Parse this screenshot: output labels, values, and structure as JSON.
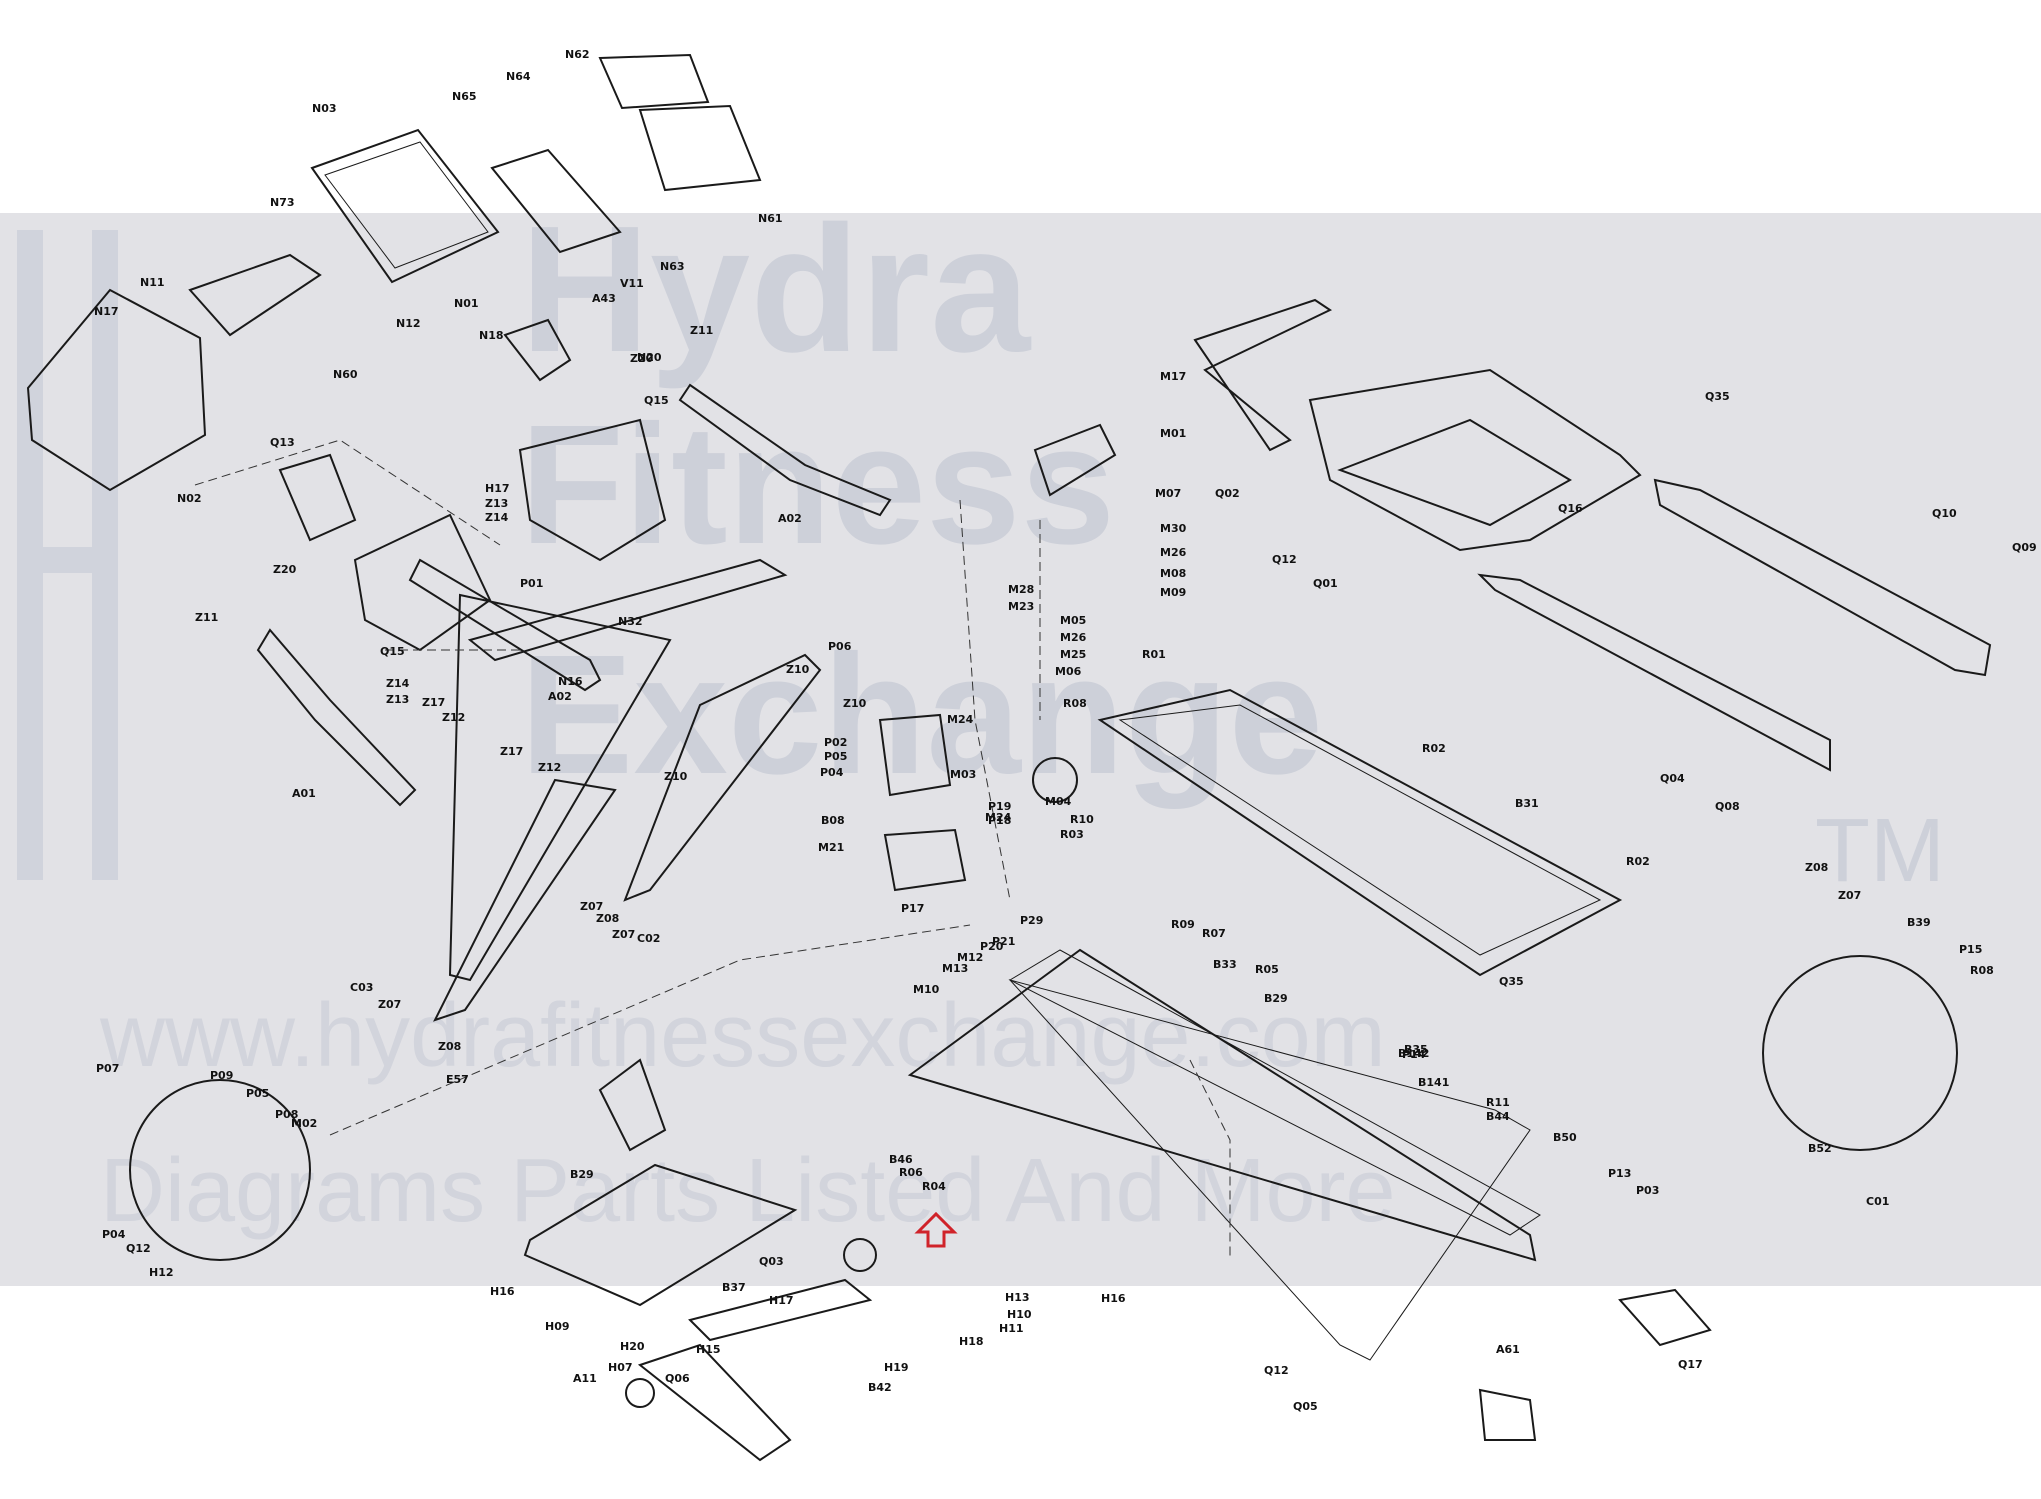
{
  "watermark": {
    "line1": "Hydra",
    "line2": "Fitness",
    "line3": "Exchange",
    "tm": "TM",
    "url": "www.hydrafitnessexchange.com",
    "tagline": "Diagrams Parts Listed And More"
  },
  "labels": [
    "N62",
    "N64",
    "N65",
    "N03",
    "N61",
    "N73",
    "N63",
    "N11",
    "N01",
    "A43",
    "V11",
    "N17",
    "N12",
    "N18",
    "N60",
    "N02",
    "N20",
    "Z11",
    "Z20",
    "M17",
    "Q02",
    "Q35",
    "Q16",
    "Q15",
    "M01",
    "H17",
    "Z13",
    "Z14",
    "Q13",
    "A02",
    "M07",
    "M30",
    "M28",
    "M26",
    "M08",
    "M09",
    "Q12",
    "Q01",
    "Q10",
    "Q09",
    "Z20",
    "P01",
    "M23",
    "M05",
    "M26",
    "M25",
    "M06",
    "Z11",
    "N32",
    "Q15",
    "N16",
    "P06",
    "Z14",
    "Z13",
    "Z17",
    "Z12",
    "A02",
    "Z17",
    "Z12",
    "Z10",
    "Z10",
    "M24",
    "P02",
    "P05",
    "P04",
    "M03",
    "R08",
    "R01",
    "R02",
    "Q35",
    "Q04",
    "Q08",
    "A01",
    "M04",
    "R10",
    "R03",
    "B31",
    "Z10",
    "B08",
    "P19",
    "P18",
    "M24",
    "M21",
    "P17",
    "R02",
    "Z08",
    "Z07",
    "B39",
    "P15",
    "R08",
    "Z07",
    "Z08",
    "Z07",
    "C02",
    "C03",
    "Z07",
    "Z08",
    "P29",
    "P21",
    "P20",
    "M12",
    "M13",
    "M10",
    "R09",
    "R07",
    "B33",
    "R05",
    "B29",
    "B35",
    "P14",
    "B52",
    "C01",
    "E57",
    "P07",
    "P09",
    "P05",
    "P08",
    "M02",
    "B29",
    "B142",
    "B141",
    "R11",
    "B44",
    "B50",
    "B46",
    "R06",
    "R04",
    "P13",
    "P03",
    "P04",
    "Q12",
    "H12",
    "H16",
    "Q03",
    "B37",
    "H09",
    "H16",
    "H13",
    "H17",
    "H10",
    "H11",
    "H15",
    "H18",
    "H19",
    "H20",
    "H07",
    "A11",
    "B42",
    "Q06",
    "A61",
    "Q17",
    "Q12",
    "Q05"
  ],
  "highlight_arrow": "part B46 location marker"
}
